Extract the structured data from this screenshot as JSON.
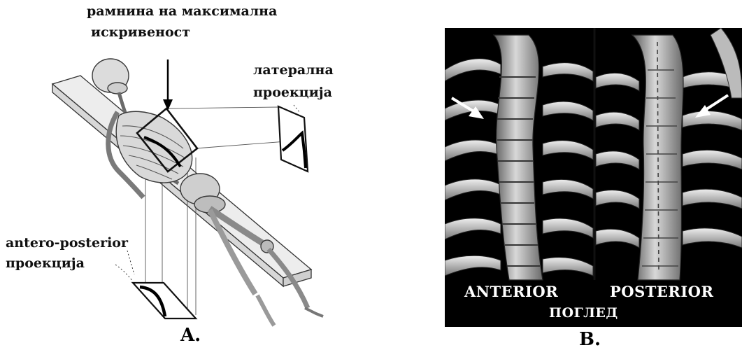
{
  "panel_a": {
    "label_plane_line1": "рамнина на максимална",
    "label_plane_line2": "искривеност",
    "label_lateral_line1": "латерална",
    "label_lateral_line2": "проекција",
    "label_ap_line1": "antero-posterior",
    "label_ap_line2": "проекција",
    "letter": "A."
  },
  "panel_b": {
    "caption_anterior": "ANTERIOR",
    "caption_posterior": "POSTERIOR",
    "caption_view": "ПОГЛЕД",
    "letter": "B."
  }
}
